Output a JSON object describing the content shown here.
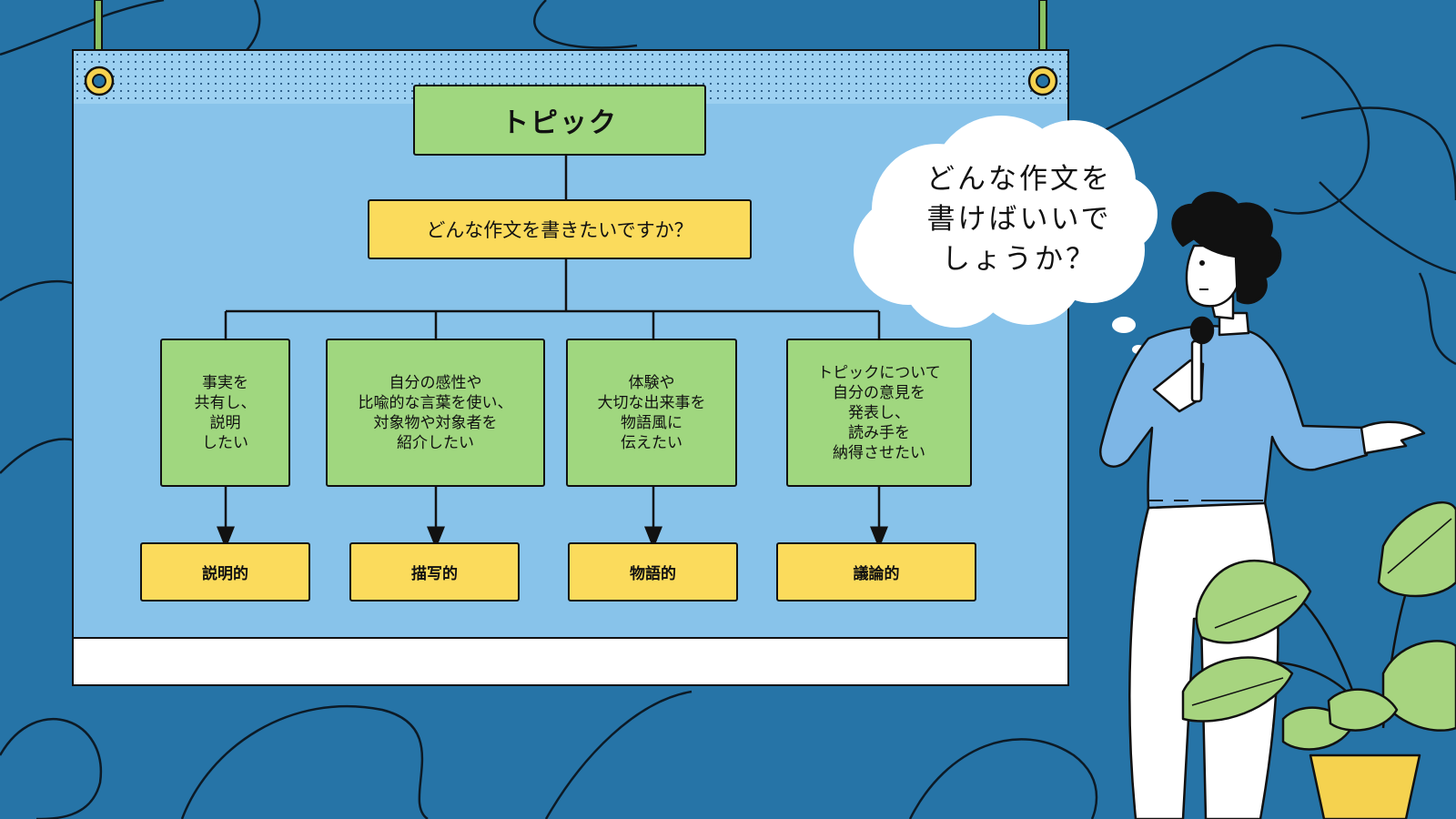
{
  "diagram": {
    "topic": "トピック",
    "question": "どんな作文を書きたいですか？",
    "purposes": [
      "事実を\n共有し、\n説明\nしたい",
      "自分の感性や\n比喩的な言葉を使い、\n対象物や対象者を\n紹介したい",
      "体験や\n大切な出来事を\n物語風に\n伝えたい",
      "トピックについて\n自分の意見を\n発表し、\n読み手を\n納得させたい"
    ],
    "types": [
      "説明的",
      "描写的",
      "物語的",
      "議論的"
    ]
  },
  "speech_bubble": {
    "text": "どんな作文を\n書けばいいで\nしょうか？"
  },
  "colors": {
    "background": "#2674a7",
    "board": "#88c3ea",
    "green_box": "#a0d77f",
    "yellow_box": "#fbdb5c",
    "shirt": "#7db6e6",
    "plant_leaf": "#a7d47f",
    "pot": "#f5d24f"
  }
}
